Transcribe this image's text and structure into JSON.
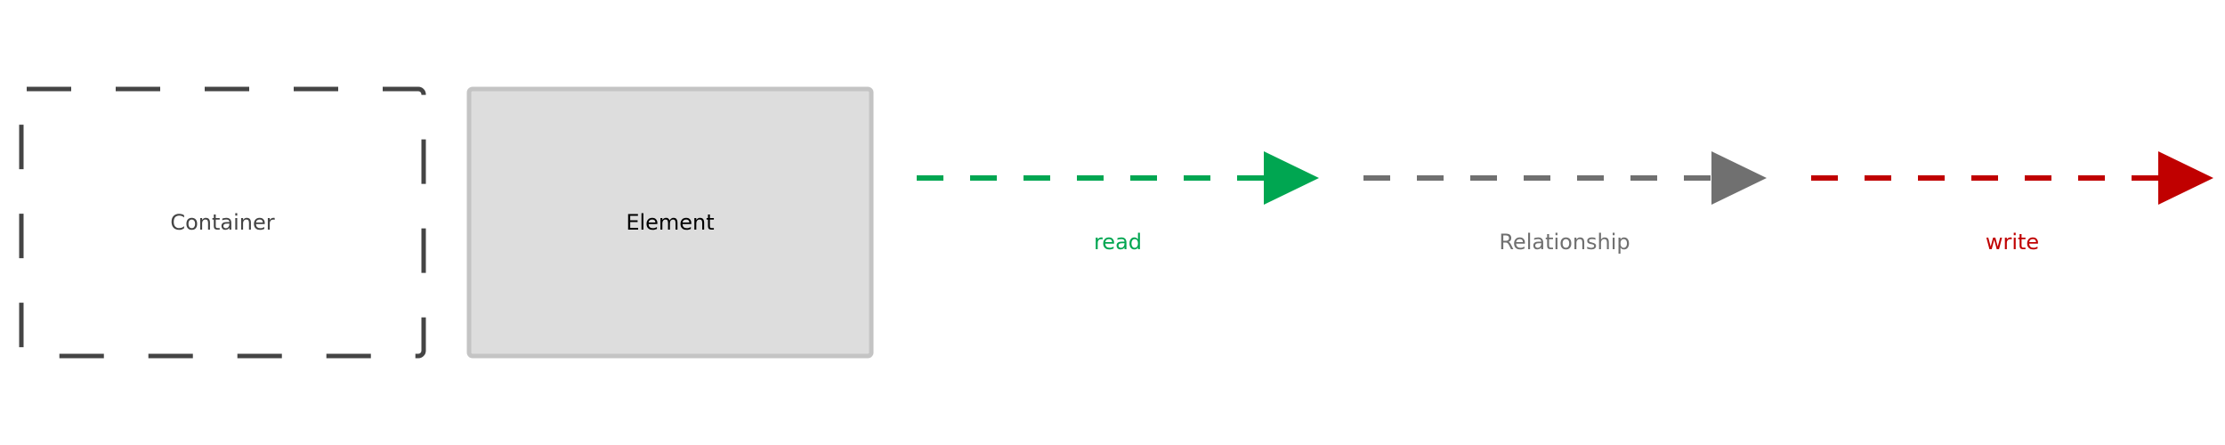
{
  "legend": {
    "container": {
      "label": "Container"
    },
    "element": {
      "label": "Element"
    },
    "relationships": [
      {
        "label": "read",
        "color": "#00a651"
      },
      {
        "label": "Relationship",
        "color": "#707070"
      },
      {
        "label": "write",
        "color": "#c00000"
      }
    ]
  },
  "colors": {
    "container_border": "#444444",
    "container_text": "#444444",
    "element_fill": "#dddddd",
    "element_border": "#c4c4c4",
    "element_text": "#000000"
  }
}
